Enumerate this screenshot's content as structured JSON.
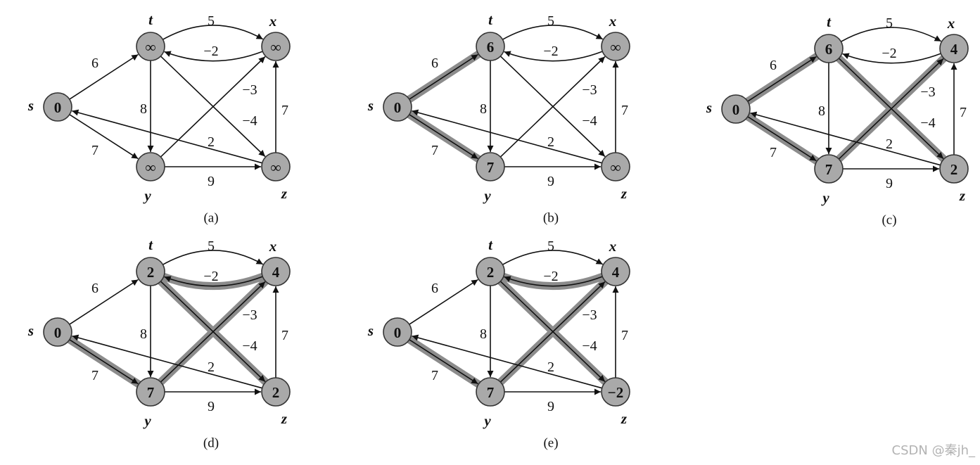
{
  "figure": {
    "colors": {
      "background": "#ffffff",
      "node_fill": "#a9a9a9",
      "node_stroke": "#333333",
      "edge": "#111111",
      "highlight": "#8c8c8c",
      "text": "#111111",
      "watermark": "#b3b3b3"
    },
    "nodes": [
      {
        "label": "s"
      },
      {
        "label": "t"
      },
      {
        "label": "x"
      },
      {
        "label": "y"
      },
      {
        "label": "z"
      }
    ],
    "edges": [
      {
        "from": 0,
        "to": 1,
        "weight": "6"
      },
      {
        "from": 0,
        "to": 3,
        "weight": "7"
      },
      {
        "from": 1,
        "to": 2,
        "weight": "5"
      },
      {
        "from": 2,
        "to": 1,
        "weight": "−2"
      },
      {
        "from": 1,
        "to": 3,
        "weight": "8"
      },
      {
        "from": 1,
        "to": 4,
        "weight": "−4"
      },
      {
        "from": 3,
        "to": 2,
        "weight": "−3"
      },
      {
        "from": 3,
        "to": 4,
        "weight": "9"
      },
      {
        "from": 4,
        "to": 2,
        "weight": "7"
      },
      {
        "from": 4,
        "to": 0,
        "weight": "2"
      }
    ],
    "panels": [
      {
        "caption": "(a)",
        "values": [
          "0",
          "∞",
          "∞",
          "∞",
          "∞"
        ],
        "highlighted_edges": []
      },
      {
        "caption": "(b)",
        "values": [
          "0",
          "6",
          "∞",
          "7",
          "∞"
        ],
        "highlighted_edges": [
          0,
          1
        ]
      },
      {
        "caption": "(c)",
        "values": [
          "0",
          "6",
          "4",
          "7",
          "2"
        ],
        "highlighted_edges": [
          0,
          1,
          6,
          5
        ]
      },
      {
        "caption": "(d)",
        "values": [
          "0",
          "2",
          "4",
          "7",
          "2"
        ],
        "highlighted_edges": [
          1,
          6,
          3,
          5
        ]
      },
      {
        "caption": "(e)",
        "values": [
          "0",
          "2",
          "4",
          "7",
          "−2"
        ],
        "highlighted_edges": [
          1,
          6,
          3,
          5
        ]
      }
    ],
    "watermark": "CSDN @秦jh_"
  }
}
